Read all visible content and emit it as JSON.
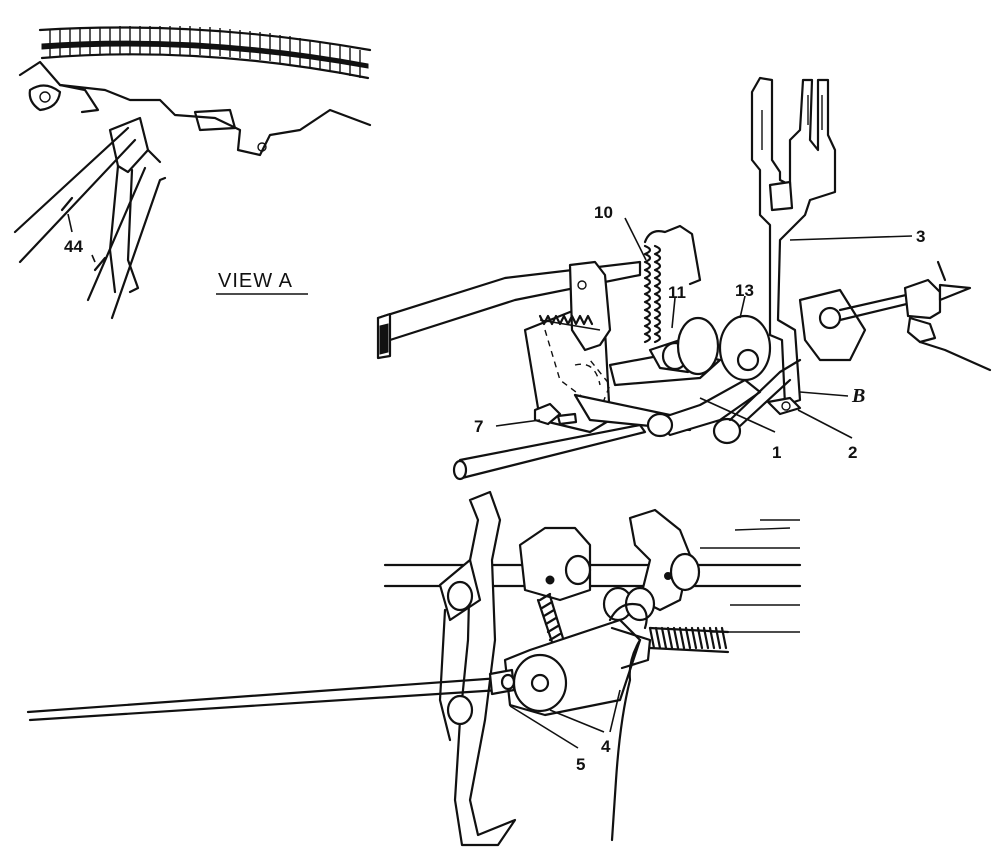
{
  "view_title": "VIEW A",
  "callouts": {
    "c44": "44",
    "c10": "10",
    "c11": "11",
    "c13": "13",
    "c3": "3",
    "cB": "B",
    "c2": "2",
    "c1": "1",
    "c7": "7",
    "c5": "5",
    "c4": "4"
  }
}
